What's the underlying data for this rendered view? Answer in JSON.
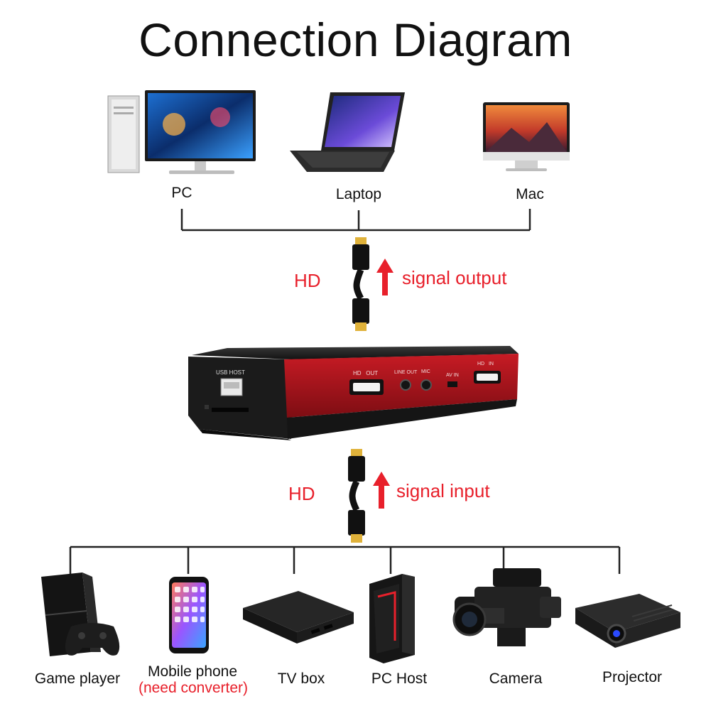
{
  "title": "Connection Diagram",
  "outputs": {
    "pc": "PC",
    "laptop": "Laptop",
    "mac": "Mac"
  },
  "top_link": {
    "cable": "HD",
    "direction": "signal output"
  },
  "device": {
    "ports": {
      "usb_host": "USB HOST",
      "hd_out": "HD   OUT",
      "line_out": "LINE OUT",
      "mic": "MIC",
      "av_in": "AV IN",
      "hd_in": "HD   IN"
    }
  },
  "bottom_link": {
    "cable": "HD",
    "direction": "signal input"
  },
  "sources": {
    "game_player": "Game player",
    "mobile_phone": "Mobile phone",
    "mobile_phone_note": "(need converter)",
    "tv_box": "TV box",
    "pc_host": "PC Host",
    "camera": "Camera",
    "projector": "Projector"
  },
  "colors": {
    "accent_red": "#e8202b",
    "device_red": "#a0121a",
    "device_black": "#1a1a1a"
  }
}
